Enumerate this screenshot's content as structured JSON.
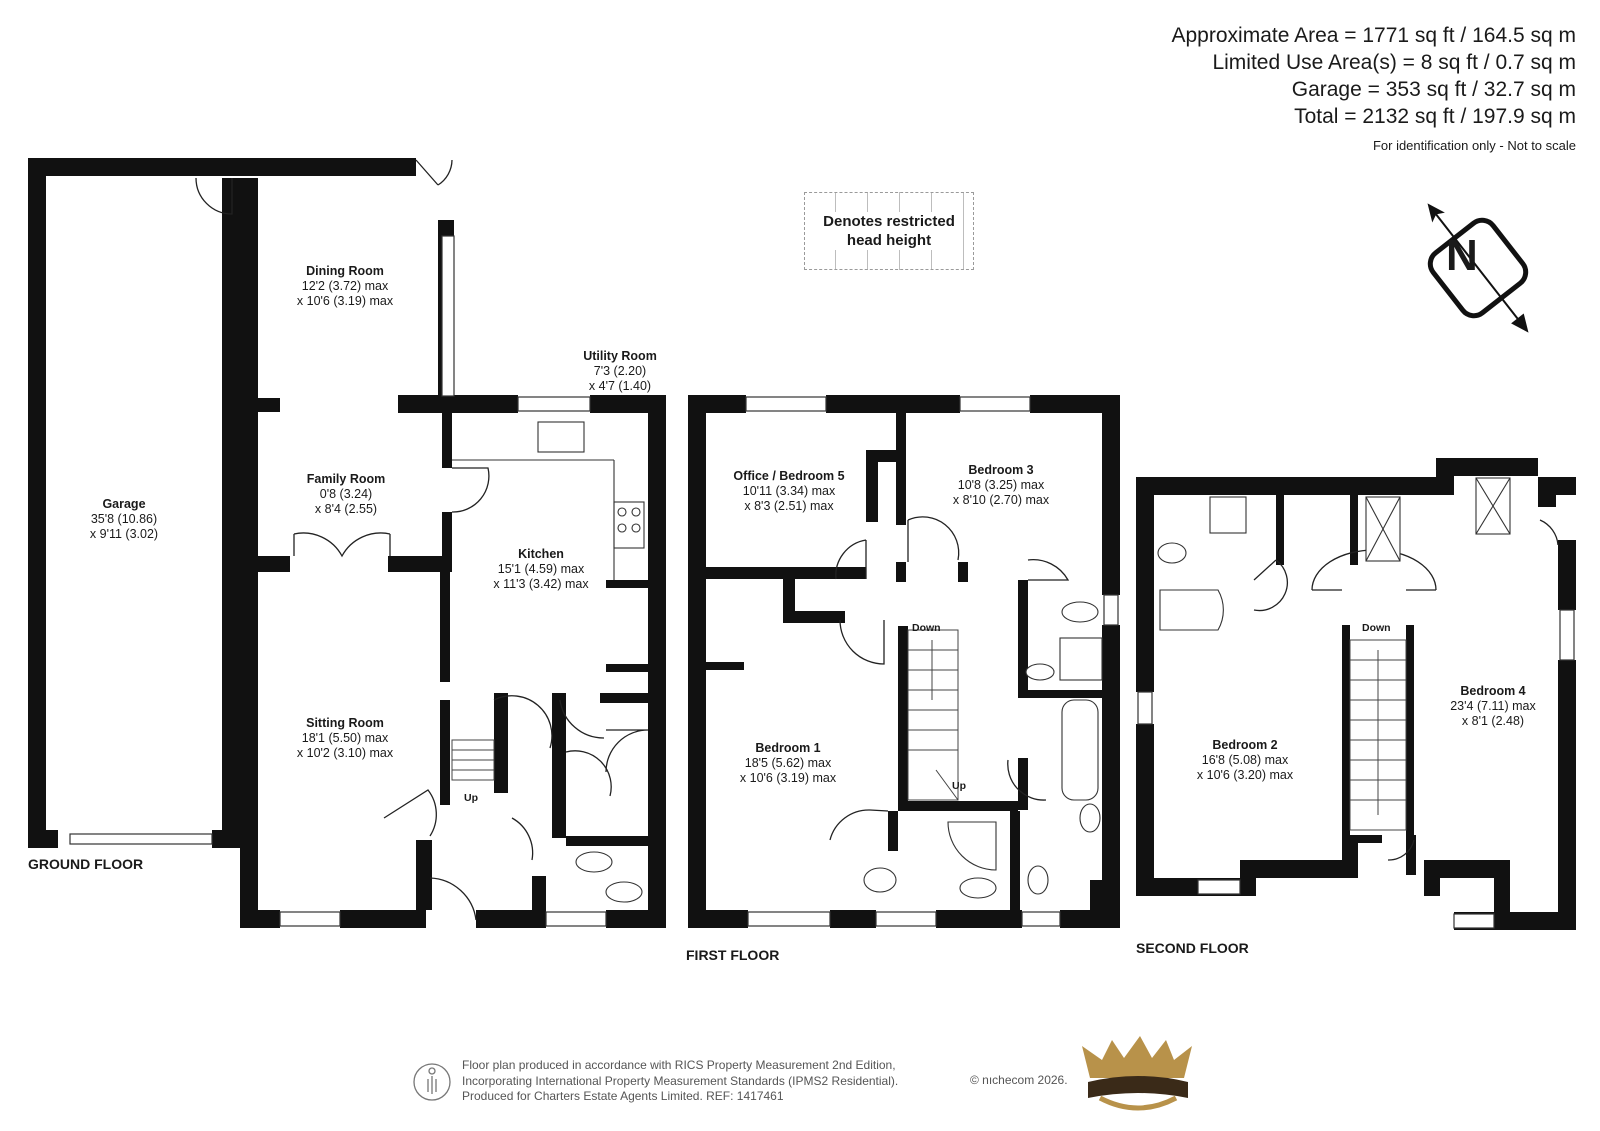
{
  "areas": {
    "approximate": "Approximate Area = 1771 sq ft / 164.5 sq m",
    "limited_use": "Limited Use Area(s) = 8 sq ft / 0.7 sq m",
    "garage": "Garage = 353 sq ft / 32.7 sq m",
    "total": "Total = 2132 sq ft / 197.9 sq m",
    "note": "For identification only - Not to scale"
  },
  "legend": {
    "line1": "Denotes restricted",
    "line2": "head height"
  },
  "compass": {
    "letter": "N"
  },
  "floors": {
    "ground": "GROUND FLOOR",
    "first": "FIRST FLOOR",
    "second": "SECOND FLOOR"
  },
  "rooms": {
    "garage": {
      "name": "Garage",
      "dim1": "35'8 (10.86)",
      "dim2": "x 9'11 (3.02)"
    },
    "dining": {
      "name": "Dining Room",
      "dim1": "12'2 (3.72) max",
      "dim2": "x 10'6 (3.19) max"
    },
    "family": {
      "name": "Family Room",
      "dim1": "0'8 (3.24)",
      "dim2": "x 8'4 (2.55)"
    },
    "sitting": {
      "name": "Sitting Room",
      "dim1": "18'1 (5.50) max",
      "dim2": "x 10'2 (3.10) max"
    },
    "kitchen": {
      "name": "Kitchen",
      "dim1": "15'1 (4.59) max",
      "dim2": "x 11'3 (3.42) max"
    },
    "utility": {
      "name": "Utility Room",
      "dim1": "7'3 (2.20)",
      "dim2": "x 4'7 (1.40)"
    },
    "office": {
      "name": "Office / Bedroom 5",
      "dim1": "10'11 (3.34) max",
      "dim2": "x 8'3 (2.51) max"
    },
    "bedroom3": {
      "name": "Bedroom 3",
      "dim1": "10'8 (3.25) max",
      "dim2": "x 8'10 (2.70) max"
    },
    "bedroom1": {
      "name": "Bedroom 1",
      "dim1": "18'5 (5.62) max",
      "dim2": "x 10'6 (3.19) max"
    },
    "bedroom2": {
      "name": "Bedroom 2",
      "dim1": "16'8 (5.08) max",
      "dim2": "x 10'6 (3.20) max"
    },
    "bedroom4": {
      "name": "Bedroom 4",
      "dim1": "23'4 (7.11) max",
      "dim2": "x 8'1 (2.48)"
    }
  },
  "stairs": {
    "ground_up": "Up",
    "first_down": "Down",
    "first_up": "Up",
    "second_down": "Down"
  },
  "footer": {
    "line1": "Floor plan produced in accordance with RICS Property Measurement 2nd Edition,",
    "line2": "Incorporating International Property Measurement Standards (IPMS2 Residential).",
    "line3": "Produced for Charters Estate Agents Limited.   REF: 1417461",
    "copyright": "© nıchecom 2026."
  },
  "colors": {
    "wall": "#111111",
    "logo_gold": "#b8924a",
    "logo_dark": "#3a2a18"
  }
}
